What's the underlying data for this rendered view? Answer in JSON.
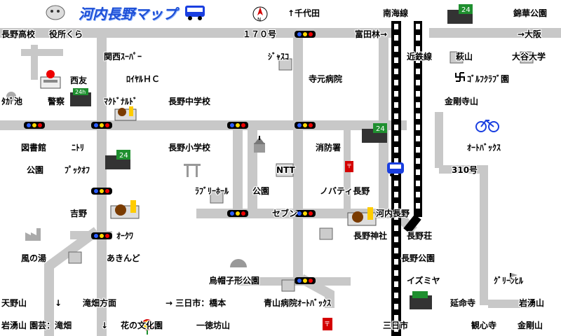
{
  "title": "河内長野マップ",
  "labels": {
    "senda": "↑千代田",
    "nankai": "南海線",
    "ryusuke": "錦華公園",
    "nagano_hs": "長野高校",
    "city_hall": "役所くら",
    "rt170": "１７０号",
    "tonda": "富田林→",
    "kintetsu": "近鉄線",
    "to_osaka": "→大阪",
    "kansai_super": "関西ｽｰﾊﾟｰ",
    "jusco": "ｼﾞｬｽｺ",
    "hagiyama": "萩山",
    "otani": "大谷大学",
    "lawson_hc": "ﾛｲﾔﾙＨＣ",
    "nishitomo": "西友",
    "teragamoto": "寺元病院",
    "golf": "ｺﾞﾙﾌｸﾗﾌﾞ園",
    "tagaike": "ﾀｶﾞ池",
    "keisatsu": "警察",
    "mcd": "ﾏｸﾄﾞﾅﾙﾄﾞ",
    "nagano_jhs": "長野中学校",
    "kongoji": "金剛寺山",
    "library": "図書館",
    "nitori": "ﾆﾄﾘ",
    "nagano_es": "長野小学校",
    "fire": "消防署",
    "autobarrs": "ｵｰﾄﾊﾞｯｸｽ",
    "koen1": "公園",
    "puku": "ﾌﾟｯｸｵﾌ",
    "ntt": "NTT",
    "rt310": "310号",
    "lovely": "ﾗﾌﾞﾘｰﾎｰﾙ",
    "koen2": "公園",
    "novaty": "ノバティ長野",
    "yoshinoya": "吉野",
    "seven": "セブン",
    "kawachinagano": "河内長野",
    "factory": "ｵｰｸﾜ",
    "nagano_shrine": "長野神社",
    "nagano_so": "長野荘",
    "kaze_yu": "風の湯",
    "akindo": "あきんど",
    "nagano_park": "長野公園",
    "eboshi": "烏帽子形公園",
    "izumiya": "イズミヤ",
    "golfhill": "ｸﾞﾘｰﾝﾋﾙ",
    "amanoyama": "天野山",
    "down1": "↓",
    "takihata": "滝畑方面",
    "mikka_hashimoto": "→ 三日市：橋本",
    "aoyama": "青山病院ｵｰﾄﾊﾞｯｸｽ",
    "enmei": "延命寺",
    "hiwa": "岩湧山",
    "iwawaki": "岩湧山 園芸：滝畑",
    "down2": "↓",
    "hana_bunka": "花の文化園",
    "ittoku": "一徳坊山",
    "mikkaichi": "三日市",
    "kanshinji": "観心寺",
    "kongosan": "金剛山"
  },
  "colors": {
    "road": "#c8c8c8",
    "rail": "#000000",
    "rail_tie": "#ffffff",
    "title": "#1e4fd6",
    "post": "#d40000",
    "bike": "#1a3fe0",
    "train": "#1a3fe0",
    "conbini": "#1f8f2f"
  },
  "icons": [
    "bus-icon",
    "compass-icon",
    "tree-icon",
    "police-icon",
    "shop-icon",
    "torii-icon",
    "church-icon",
    "building-icon",
    "post-office-icon",
    "train-icon",
    "bicycle-icon",
    "swastika-icon",
    "factory-icon",
    "dome-icon",
    "flower-icon",
    "mountain-icon",
    "flag-icon",
    "convenience-store-icon"
  ]
}
